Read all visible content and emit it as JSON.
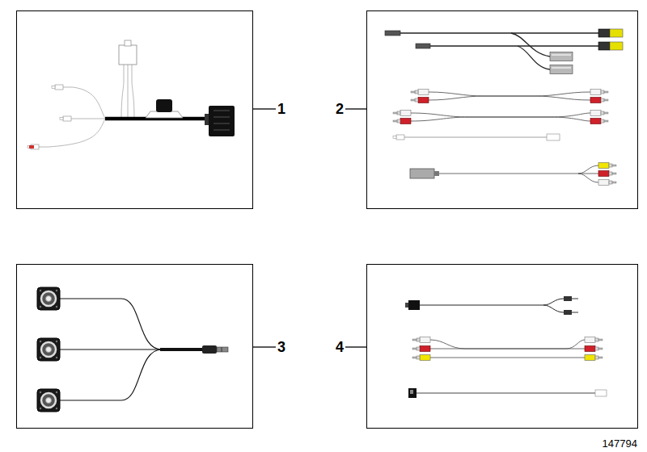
{
  "diagram": {
    "labels": [
      "1",
      "2",
      "3",
      "4",
      "147794"
    ]
  }
}
